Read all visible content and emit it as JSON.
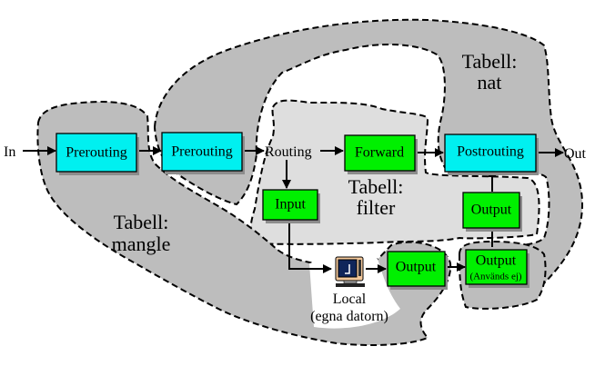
{
  "diagram": {
    "tables": [
      {
        "id": "mangle",
        "label_line1": "Tabell:",
        "label_line2": "mangle",
        "color": "#bdbdbd"
      },
      {
        "id": "nat",
        "label_line1": "Tabell:",
        "label_line2": "nat",
        "color": "#bdbdbd"
      },
      {
        "id": "filter",
        "label_line1": "Tabell:",
        "label_line2": "filter",
        "color": "#dedede"
      }
    ],
    "endpoints": {
      "in": "In",
      "out": "Out",
      "routing": "Routing",
      "local_line1": "Local",
      "local_line2": "(egna datorn)"
    },
    "chains": {
      "prerouting_mangle": {
        "label": "Prerouting",
        "color": "#00f0f0"
      },
      "prerouting_nat": {
        "label": "Prerouting",
        "color": "#00f0f0"
      },
      "forward": {
        "label": "Forward",
        "color": "#00f000"
      },
      "postrouting": {
        "label": "Postrouting",
        "color": "#00f0f0"
      },
      "input": {
        "label": "Input",
        "color": "#00f000"
      },
      "output_mangle": {
        "label": "Output",
        "color": "#00f000"
      },
      "output_nat": {
        "label": "Output",
        "sublabel": "(Används ej)",
        "color": "#00f000"
      },
      "output_filter": {
        "label": "Output",
        "color": "#00f000"
      }
    },
    "icons": {
      "local_computer": "computer-icon"
    }
  }
}
